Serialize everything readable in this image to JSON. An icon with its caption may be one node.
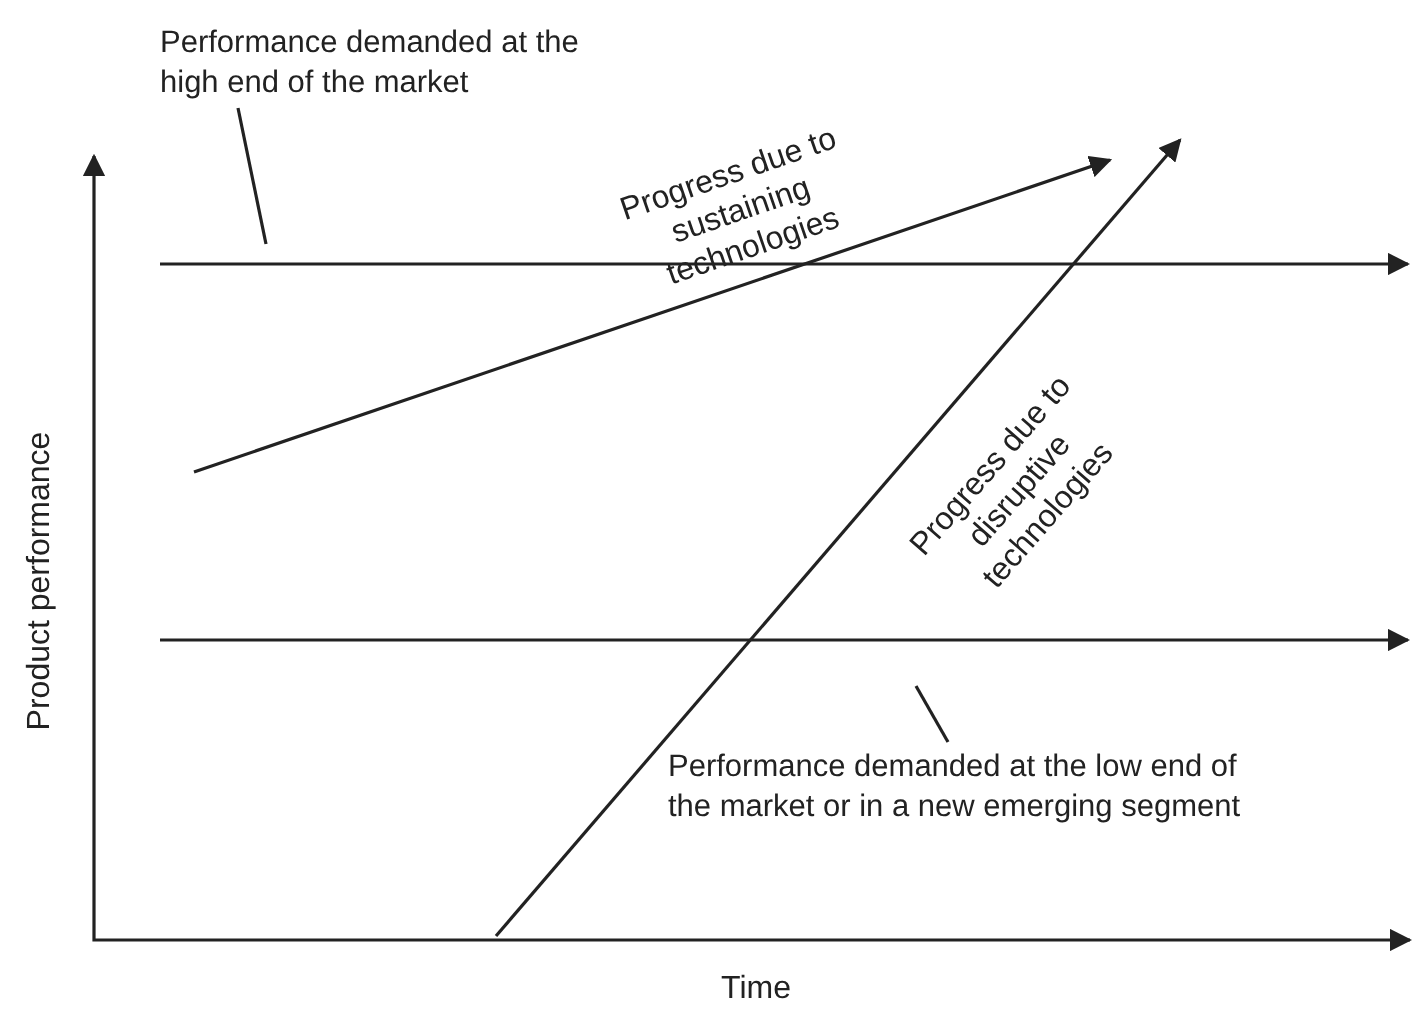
{
  "diagram": {
    "nodes": [
      {
        "text": [
          "Performance demanded at the high end of the market"
        ]
      },
      {
        "text": [
          "Performance demanded at the low end of the market or in a new emerging segment"
        ]
      }
    ],
    "edges": [
      {
        "from": 0,
        "to": null,
        "arrow": "none"
      },
      {
        "from": 1,
        "to": null,
        "arrow": "none"
      }
    ],
    "labels": [
      "Progress due to sustaining technologies",
      "Progress due to disruptive technologies",
      "Product performance",
      "Time"
    ]
  }
}
